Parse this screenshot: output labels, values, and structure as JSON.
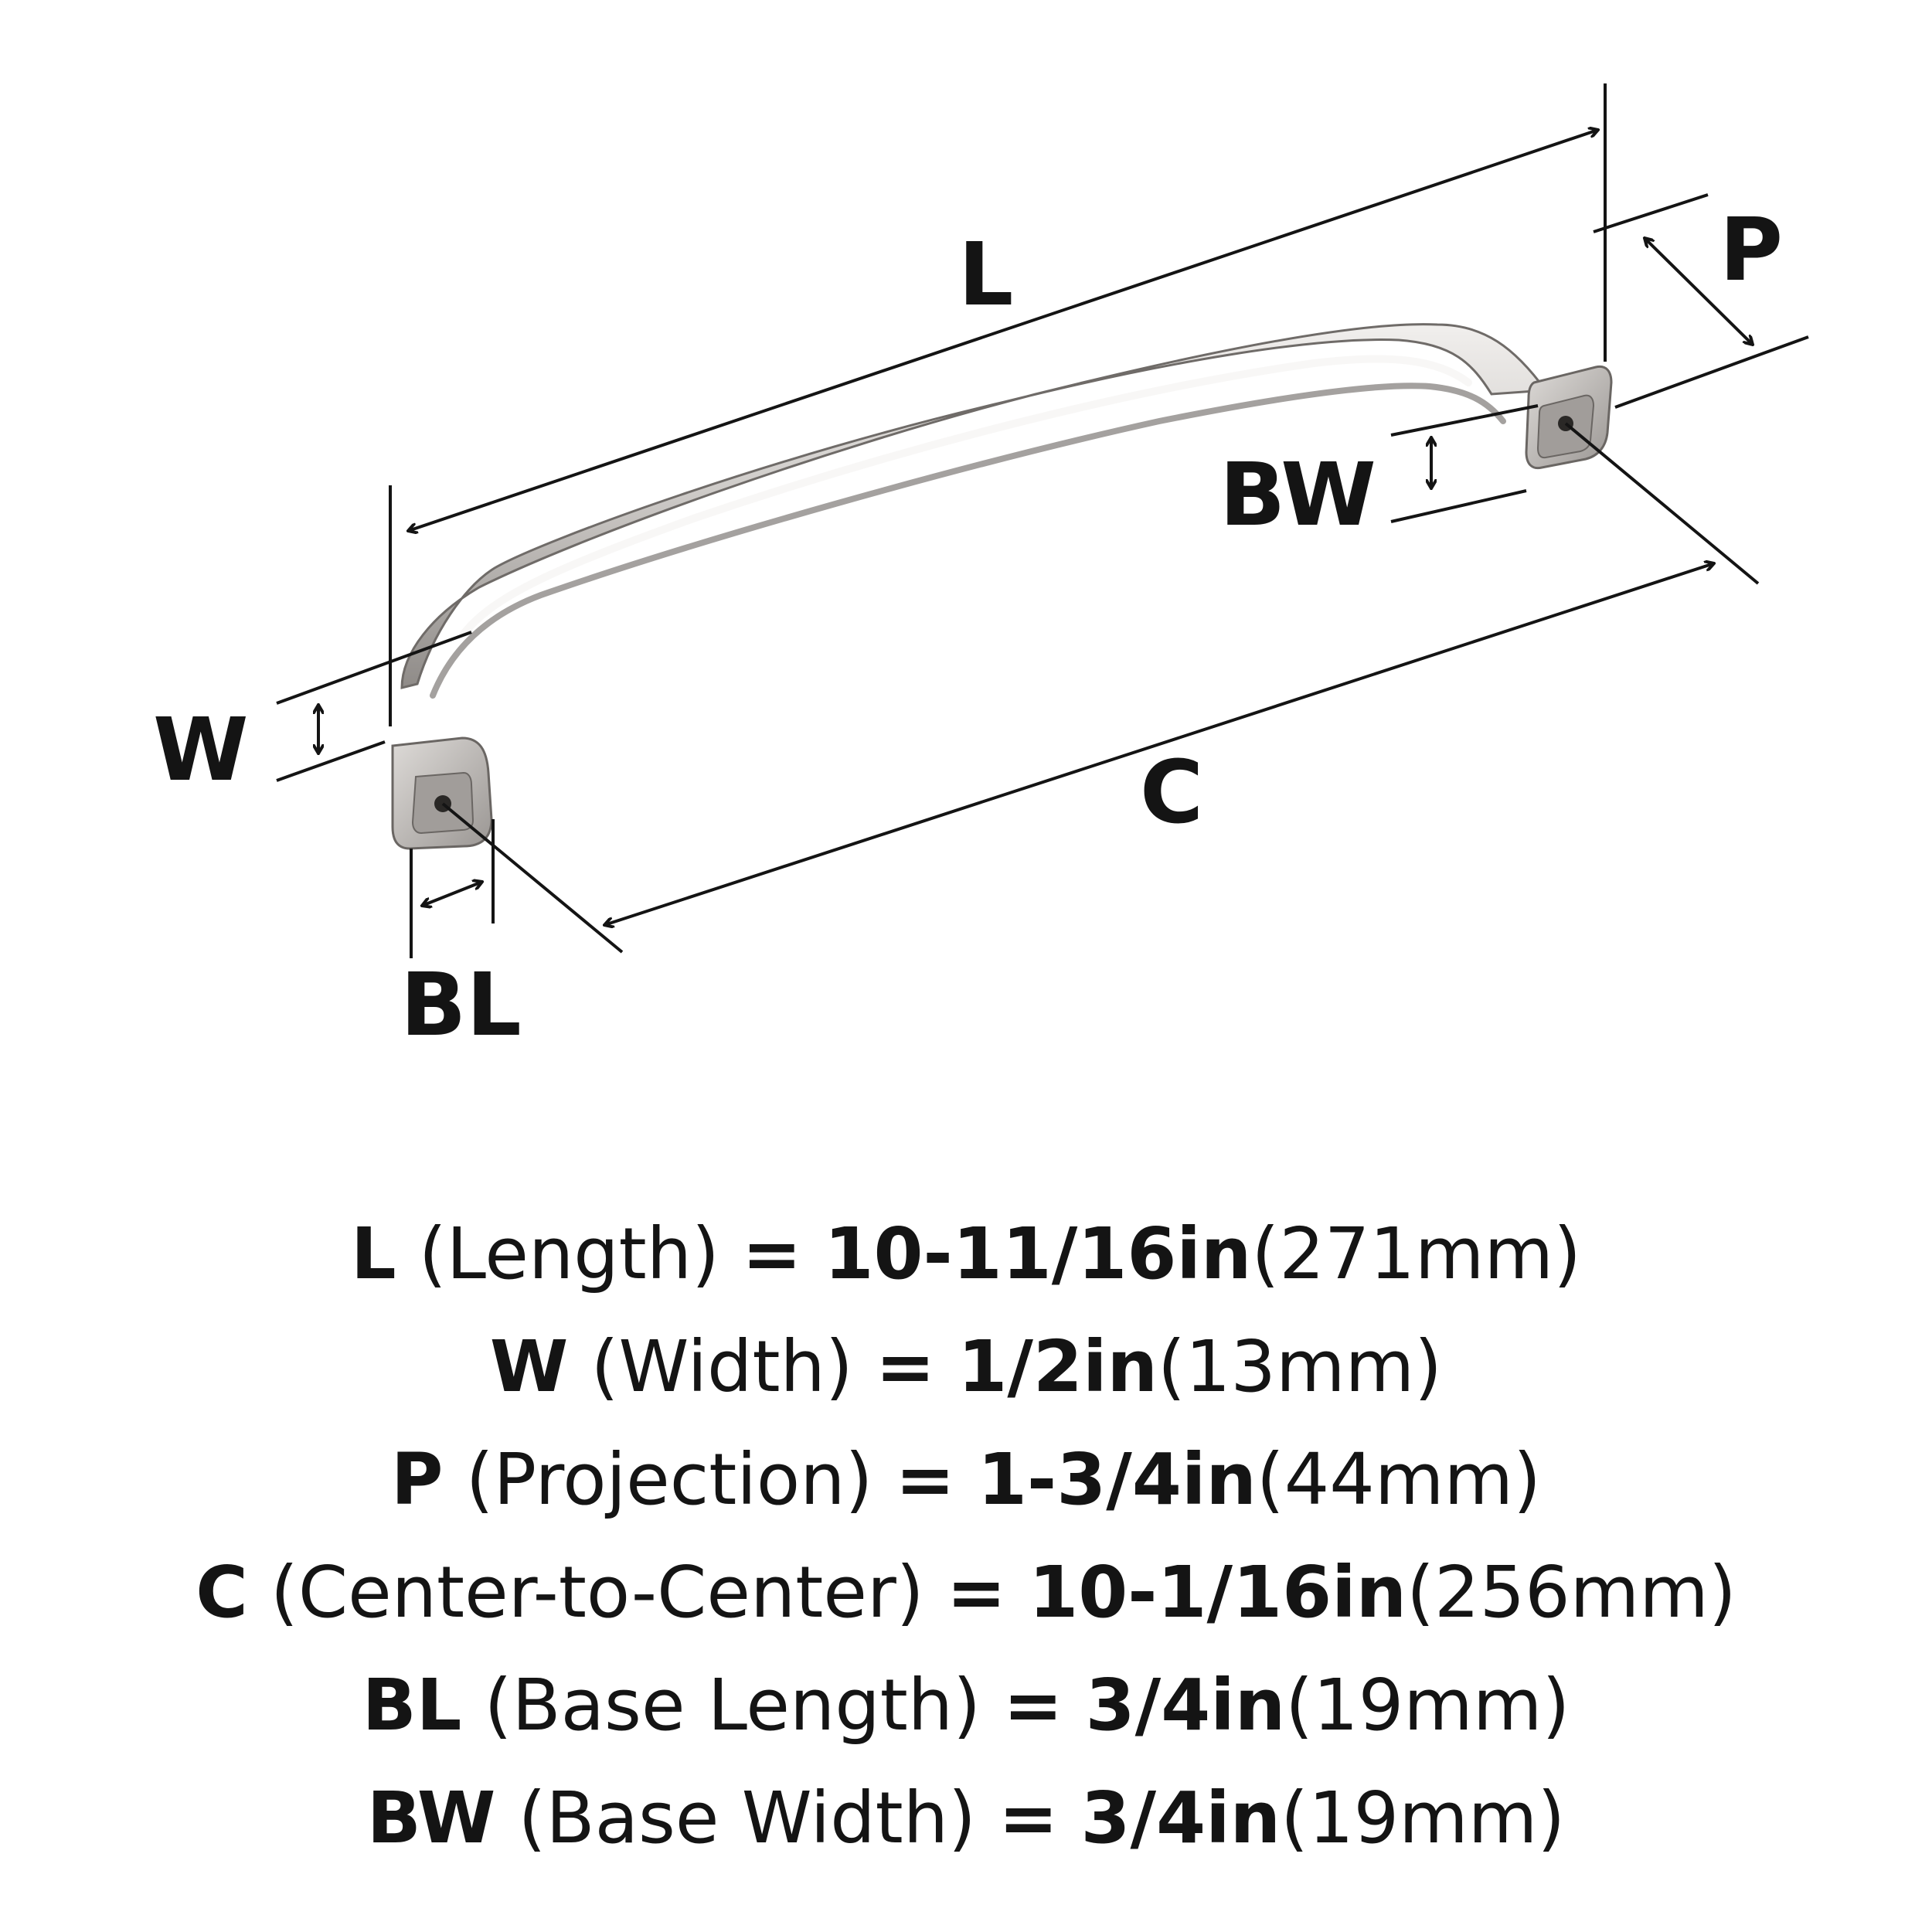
{
  "colors": {
    "ink": "#141414",
    "metal_light": "#e8e6e4",
    "metal_mid": "#bdbab7",
    "metal_dark": "#8a8683",
    "hole": "#2a2826"
  },
  "diagram_labels": {
    "L": "L",
    "P": "P",
    "BW": "BW",
    "W": "W",
    "C": "C",
    "BL": "BL"
  },
  "specs": [
    {
      "symbol": "L",
      "name": "(Length)",
      "eq": "=",
      "imperial": "10-11/16in",
      "metric": "(271mm)"
    },
    {
      "symbol": "W",
      "name": "(Width)",
      "eq": "=",
      "imperial": "1/2in",
      "metric": "(13mm)"
    },
    {
      "symbol": "P",
      "name": "(Projection)",
      "eq": "=",
      "imperial": "1-3/4in",
      "metric": "(44mm)"
    },
    {
      "symbol": "C",
      "name": "(Center-to-Center)",
      "eq": "=",
      "imperial": "10-1/16in",
      "metric": "(256mm)"
    },
    {
      "symbol": "BL",
      "name": "(Base Length)",
      "eq": "=",
      "imperial": "3/4in",
      "metric": "(19mm)"
    },
    {
      "symbol": "BW",
      "name": "(Base Width)",
      "eq": "=",
      "imperial": "3/4in",
      "metric": "(19mm)"
    }
  ]
}
